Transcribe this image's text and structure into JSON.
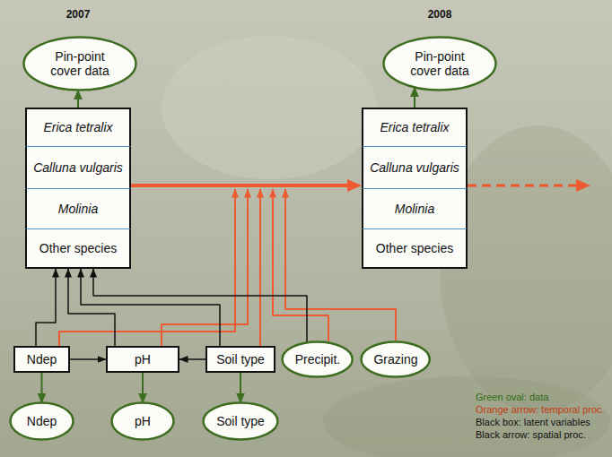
{
  "diagram": {
    "nodes": [
      {
        "text": [
          "Pin-point cover data"
        ]
      },
      {
        "text": [
          "Pin-point cover data"
        ]
      },
      {
        "text": [
          "Erica tetralix"
        ]
      },
      {
        "text": [
          "Calluna vulgaris"
        ]
      },
      {
        "text": [
          "Molinia"
        ]
      },
      {
        "text": [
          "Other species"
        ]
      },
      {
        "text": [
          "Erica tetralix"
        ]
      },
      {
        "text": [
          "Calluna vulgaris"
        ]
      },
      {
        "text": [
          "Molinia"
        ]
      },
      {
        "text": [
          "Other species"
        ]
      },
      {
        "text": [
          "Ndep"
        ]
      },
      {
        "text": [
          "pH"
        ]
      },
      {
        "text": [
          "Soil type"
        ]
      },
      {
        "text": [
          "Precipit."
        ]
      },
      {
        "text": [
          "Grazing"
        ]
      },
      {
        "text": [
          "Ndep"
        ]
      },
      {
        "text": [
          "pH"
        ]
      },
      {
        "text": [
          "Soil type"
        ]
      }
    ],
    "edges": [
      {
        "from": 2,
        "to": 0,
        "arrow": "to"
      },
      {
        "from": 6,
        "to": 1,
        "arrow": "to"
      },
      {
        "from": 3,
        "to": 7,
        "arrow": "to"
      },
      {
        "from": 10,
        "to": 5,
        "arrow": "to"
      },
      {
        "from": 11,
        "to": 5,
        "arrow": "to"
      },
      {
        "from": 12,
        "to": 5,
        "arrow": "to"
      },
      {
        "from": 13,
        "to": 5,
        "arrow": "to"
      },
      {
        "from": 10,
        "to": 11,
        "arrow": "to"
      },
      {
        "from": 12,
        "to": 11,
        "arrow": "to"
      },
      {
        "from": 10,
        "to": 15,
        "arrow": "to"
      },
      {
        "from": 11,
        "to": 16,
        "arrow": "to"
      },
      {
        "from": 12,
        "to": 17,
        "arrow": "to"
      }
    ],
    "labels": [
      "2007",
      "2008"
    ],
    "legend": [
      {
        "text": "Green oval: data"
      },
      {
        "text": "Orange arrow: temporal proc."
      },
      {
        "text": "Black box: latent variables"
      },
      {
        "text": "Black arrow: spatial proc."
      }
    ]
  }
}
